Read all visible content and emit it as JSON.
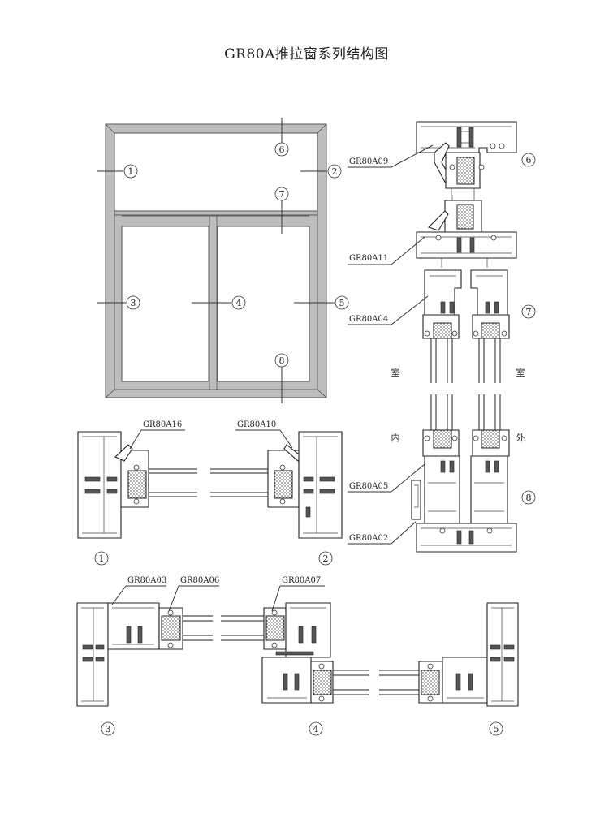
{
  "title": "GR80A推拉窗系列结构图",
  "elevation_markers": [
    {
      "id": "m1",
      "label": "1"
    },
    {
      "id": "m2",
      "label": "2"
    },
    {
      "id": "m3",
      "label": "3"
    },
    {
      "id": "m4",
      "label": "4"
    },
    {
      "id": "m5",
      "label": "5"
    },
    {
      "id": "m6",
      "label": "6"
    },
    {
      "id": "m7",
      "label": "7"
    },
    {
      "id": "m8",
      "label": "8"
    }
  ],
  "section_labels": {
    "s1": "1",
    "s2": "2",
    "s3": "3",
    "s4": "4",
    "s5": "5",
    "s6": "6",
    "s7": "7",
    "s8": "8"
  },
  "part_codes": {
    "a09": "GR80A09",
    "a11": "GR80A11",
    "a04": "GR80A04",
    "a05": "GR80A05",
    "a02": "GR80A02",
    "a16": "GR80A16",
    "a10": "GR80A10",
    "a03": "GR80A03",
    "a06": "GR80A06",
    "a07": "GR80A07"
  },
  "side_labels": {
    "indoor_top": "室",
    "indoor_bottom": "内",
    "outdoor_top": "室",
    "outdoor_bottom": "外"
  }
}
